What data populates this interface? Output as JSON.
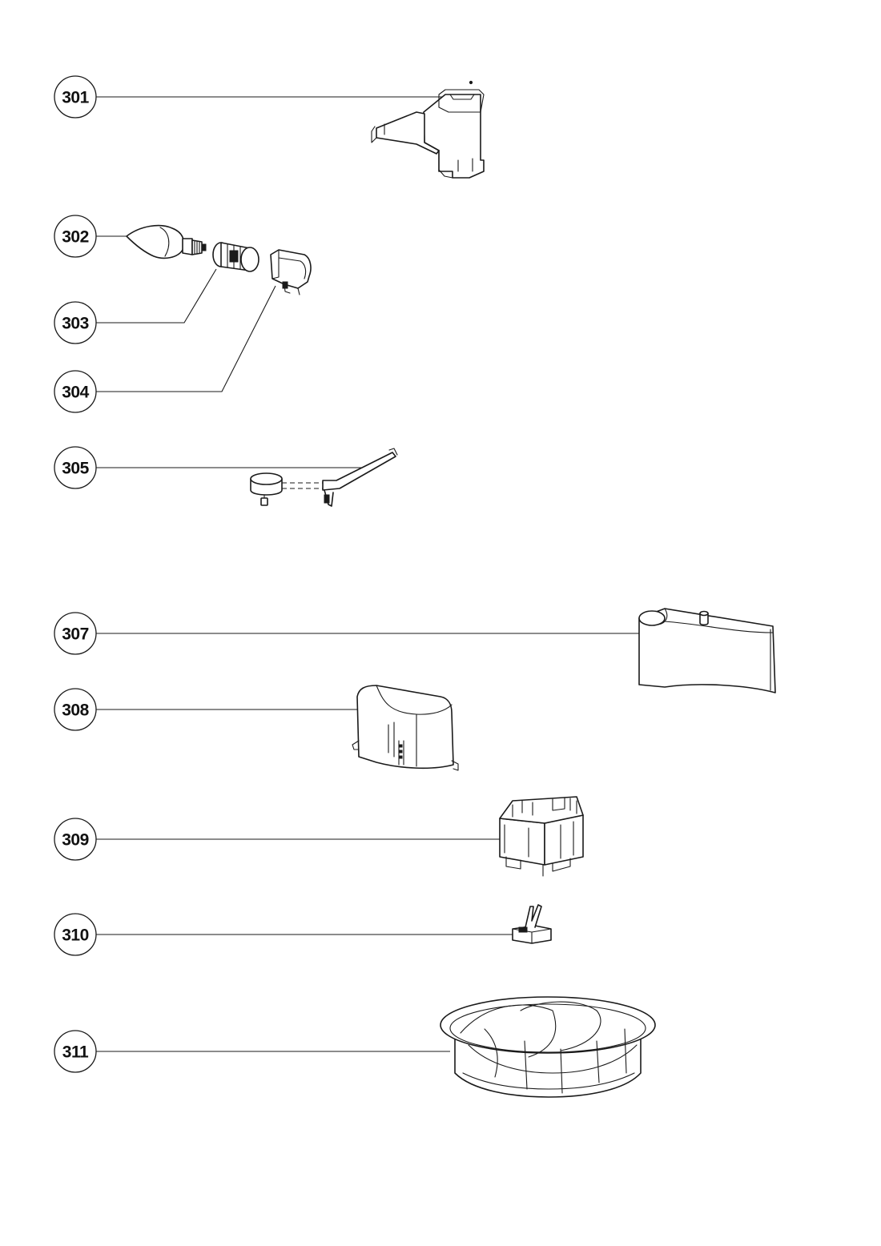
{
  "callouts": [
    {
      "id": "301",
      "label": "301",
      "part": "bracket"
    },
    {
      "id": "302",
      "label": "302",
      "part": "lamp-bulb"
    },
    {
      "id": "303",
      "label": "303",
      "part": "lamp-socket"
    },
    {
      "id": "304",
      "label": "304",
      "part": "lamp-holder"
    },
    {
      "id": "305",
      "label": "305",
      "part": "sensor-with-wire"
    },
    {
      "id": "307",
      "label": "307",
      "part": "damper-flap"
    },
    {
      "id": "308",
      "label": "308",
      "part": "cover"
    },
    {
      "id": "309",
      "label": "309",
      "part": "relay"
    },
    {
      "id": "310",
      "label": "310",
      "part": "clip"
    },
    {
      "id": "311",
      "label": "311",
      "part": "fan-impeller"
    }
  ],
  "colors": {
    "line": "#1a1a1a",
    "background": "#ffffff"
  }
}
